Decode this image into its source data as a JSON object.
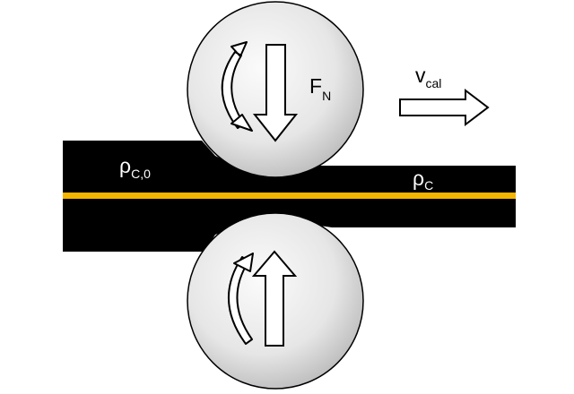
{
  "labels": {
    "normal_force": {
      "main": "F",
      "sub": "N"
    },
    "velocity": {
      "main": "v",
      "sub": "cal"
    },
    "density_initial": {
      "main": "ρ",
      "sub": "C,0"
    },
    "density_final": {
      "main": "ρ",
      "sub": "C"
    }
  },
  "colors": {
    "sheet": "#000000",
    "center_line": "#f4b400",
    "roll_light": "#fbfbfb",
    "roll_dark": "#bdbdbd",
    "outline": "#000000",
    "text_on_white": "#000000",
    "text_on_black": "#ffffff"
  },
  "icons": {
    "top_roll_rotation": "curved-arrow-icon",
    "top_force": "down-arrow-icon",
    "bottom_roll_rotation": "curved-arrow-icon",
    "bottom_force": "up-arrow-icon",
    "velocity": "right-arrow-icon"
  }
}
